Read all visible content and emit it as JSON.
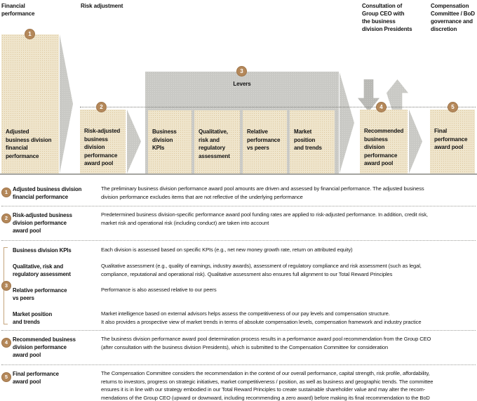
{
  "colors": {
    "box_tan": "#ece0c6",
    "process_gray": "#c9c9c5",
    "badge_brown": "#b4885a",
    "bracket_tan": "#c4a47c",
    "text": "#111111"
  },
  "column_headers": {
    "financial": "Financial\nperformance",
    "risk": "Risk adjustment",
    "consultation": "Consultation of\nGroup CEO with\nthe business\ndivision Presidents",
    "committee": "Compensation\nCommittee / BoD\ngovernance and\ndiscretion"
  },
  "flow": {
    "levers": {
      "badge": "3",
      "label": "Levers"
    },
    "boxes": {
      "adjusted": {
        "badge": "1",
        "label": "Adjusted\nbusiness division\nfinancial\nperformance"
      },
      "risk_adjusted": {
        "badge": "2",
        "label": "Risk-adjusted\nbusiness\ndivision\nperformance\naward pool"
      },
      "kpis": {
        "label": "Business\ndivision\nKPIs"
      },
      "qualitative": {
        "label": "Qualitative,\nrisk and\nregulatory\nassessment"
      },
      "relative": {
        "label": "Relative\nperformance\nvs peers"
      },
      "market": {
        "label": "Market\nposition\nand trends"
      },
      "recommended": {
        "badge": "4",
        "label": "Recommended\nbusiness\ndivision\nperformance\naward pool"
      },
      "final": {
        "badge": "5",
        "label": "Final\nperformance\naward pool"
      }
    }
  },
  "legend": {
    "row1": {
      "badge": "1",
      "term": "Adjusted business division\nfinancial performance",
      "desc": "The preliminary business division performance award pool amounts are driven and assessed by financial performance. The adjusted business\ndivision performance excludes items that are not reflective of the underlying performance"
    },
    "row2": {
      "badge": "2",
      "term": "Risk-adjusted business\ndivision performance\naward pool",
      "desc": "Predetermined business division-specific performance award pool funding rates are applied to risk-adjusted performance. In addition, credit risk,\nmarket risk and operational risk (including conduct) are taken into account"
    },
    "group3": {
      "badge": "3",
      "items": [
        {
          "term": "Business division KPIs",
          "desc": "Each division is assessed based on specific KPIs (e.g., net new money growth rate, return on attributed equity)"
        },
        {
          "term": "Qualitative, risk and\nregulatory assessment",
          "desc": "Qualitative assessment (e.g., quality of earnings, industry awards), assessment of regulatory compliance and risk assessment (such as legal,\ncompliance, reputational and operational risk). Qualitative assessment also ensures full alignment to our Total Reward Principles"
        },
        {
          "term": "Relative performance\nvs peers",
          "desc": "Performance is also assessed relative to our peers"
        },
        {
          "term": "Market position\nand trends",
          "desc": "Market intelligence based on external advisors helps assess the competitiveness of our pay levels and compensation structure.\nIt also provides a prospective view of market trends in terms of absolute compensation levels, compensation framework and industry practice"
        }
      ]
    },
    "row4": {
      "badge": "4",
      "term": "Recommended business\ndivision performance\naward pool",
      "desc": "The business division performance award pool determination process results in a performance award pool recommendation from the Group CEO\n(after consultation with the business division Presidents), which is submitted to the Compensation Committee for consideration"
    },
    "row5": {
      "badge": "5",
      "term": "Final performance\naward pool",
      "desc": "The Compensation Committee considers the recommendation in the context of our overall performance, capital strength, risk profile, affordability,\nreturns to investors, progress on strategic initiatives, market competitiveness / position, as well as business and geographic trends. The committee\nensures it is in line with our strategy embodied in our Total Reward Principles to create sustainable shareholder value and may alter the recom-\nmendations of the Group CEO (upward or downward, including recommending a zero award) before making its final recommendation to the BoD"
    }
  }
}
